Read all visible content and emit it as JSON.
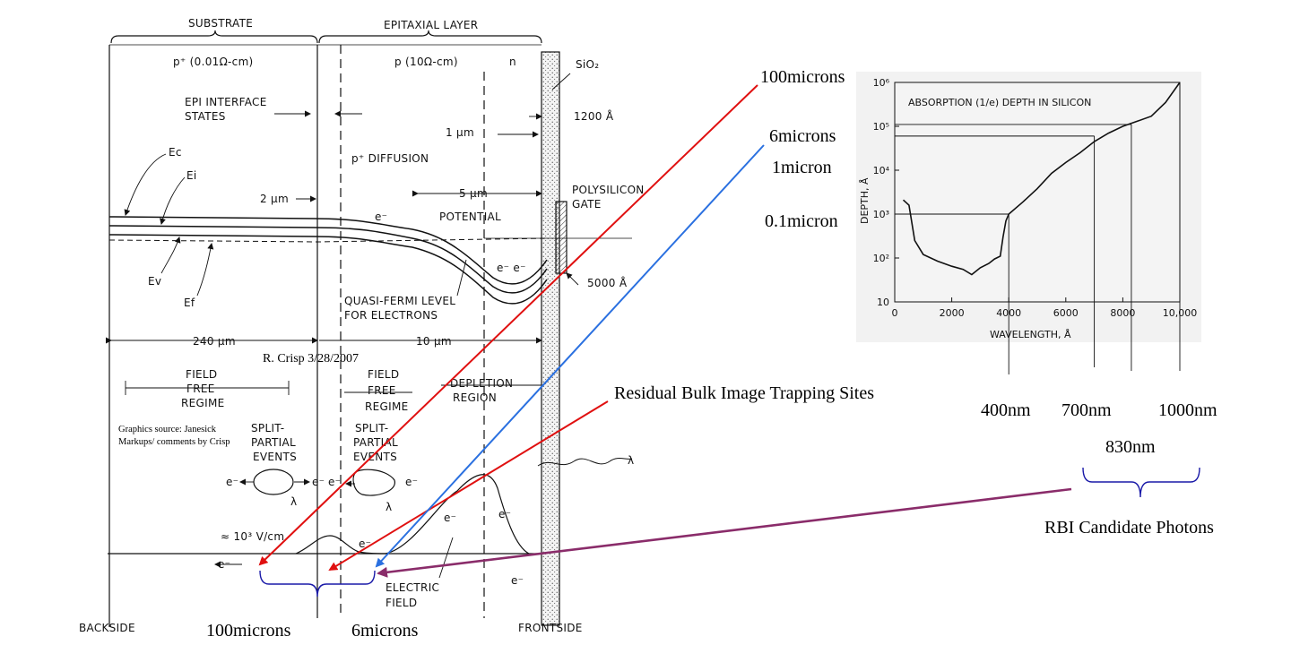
{
  "diagram": {
    "header": {
      "substrate": "SUBSTRATE",
      "epitaxial": "EPITAXIAL LAYER",
      "substrate_resist": "p⁺ (0.01Ω-cm)",
      "epi_resist": "p (10Ω-cm)",
      "n_region": "n",
      "sio2": "SiO₂"
    },
    "labels": {
      "epi_interface": [
        "EPI INTERFACE",
        "STATES"
      ],
      "thickness_1200": "1200 Å",
      "one_um": "1 μm",
      "p_diffusion": "p⁺ DIFFUSION",
      "ec": "Ec",
      "ei": "Ei",
      "ev": "Ev",
      "ef": "Ef",
      "two_um": "2 μm",
      "five_um": "5 μm",
      "electron": "e⁻",
      "potential": "POTENTIAL",
      "polysilicon_gate": [
        "POLYSILICON",
        "GATE"
      ],
      "thickness_5000": "5000 Å",
      "well_electrons": "e⁻ e⁻",
      "quasi_fermi": [
        "QUASI-FERMI LEVEL",
        "FOR ELECTRONS"
      ],
      "dim_240": "240 μm",
      "dim_10": "10 μm",
      "attribution": "R. Crisp 3/28/2007",
      "ffr1": [
        "FIELD",
        "FREE",
        "REGIME"
      ],
      "ffr2": [
        "FIELD",
        "FREE",
        "REGIME"
      ],
      "depletion": [
        "DEPLETION",
        "REGION"
      ],
      "source_note": [
        "Graphics source: Janesick",
        "Markups/ comments by Crisp"
      ],
      "split1": [
        "SPLIT-",
        "PARTIAL",
        "EVENTS"
      ],
      "split2": [
        "SPLIT-",
        "PARTIAL",
        "EVENTS"
      ],
      "lambda": "λ",
      "field_strength": "≈ 10³ V/cm",
      "electric_field": [
        "ELECTRIC",
        "FIELD"
      ],
      "backside": "BACKSIDE",
      "frontside": "FRONTSIDE"
    },
    "annotations": {
      "a100_top": "100microns",
      "a6_top": "6microns",
      "a1": "1micron",
      "a01": "0.1micron",
      "rbi_sites": "Residual Bulk Image Trapping Sites",
      "nm400": "400nm",
      "nm700": "700nm",
      "nm1000": "1000nm",
      "nm830": "830nm",
      "rbi_photons": "RBI Candidate Photons",
      "b100": "100microns",
      "b6": "6microns"
    },
    "colors": {
      "red_arrow": "#e01010",
      "blue_arrow": "#2a70e0",
      "purple_arrow": "#8a2c6a",
      "brace": "#1a1aa8"
    }
  },
  "chart_data": {
    "type": "line",
    "title": "ABSORPTION (1/e) DEPTH IN SILICON",
    "xlabel": "WAVELENGTH, Å",
    "ylabel": "DEPTH, Å",
    "xlim": [
      0,
      10000
    ],
    "ylim": [
      10,
      1000000
    ],
    "yscale": "log",
    "x_ticks": [
      "0",
      "2000",
      "4000",
      "6000",
      "8000",
      "10,000"
    ],
    "y_ticks": [
      "10",
      "10²",
      "10³",
      "10⁴",
      "10⁵",
      "10⁶"
    ],
    "series": [
      {
        "x": [
          300,
          500,
          700,
          1000,
          1500,
          2000,
          2400,
          2700,
          3000,
          3300,
          3500,
          3700,
          3800,
          3900,
          4000,
          4500,
          5000,
          5500,
          6000,
          6500,
          7000,
          7500,
          8000,
          8500,
          9000,
          9500,
          10000
        ],
        "y": [
          2100,
          1600,
          250,
          120,
          85,
          65,
          55,
          42,
          60,
          75,
          95,
          110,
          300,
          700,
          1000,
          1900,
          3800,
          8500,
          15000,
          25000,
          45000,
          70000,
          100000,
          130000,
          170000,
          350000,
          1000000
        ]
      }
    ],
    "reference_lines": [
      {
        "x": 4000,
        "y": 1000
      },
      {
        "x": 7000,
        "y": 60000
      },
      {
        "x": 8300,
        "y": 110000
      }
    ],
    "grid": false
  }
}
